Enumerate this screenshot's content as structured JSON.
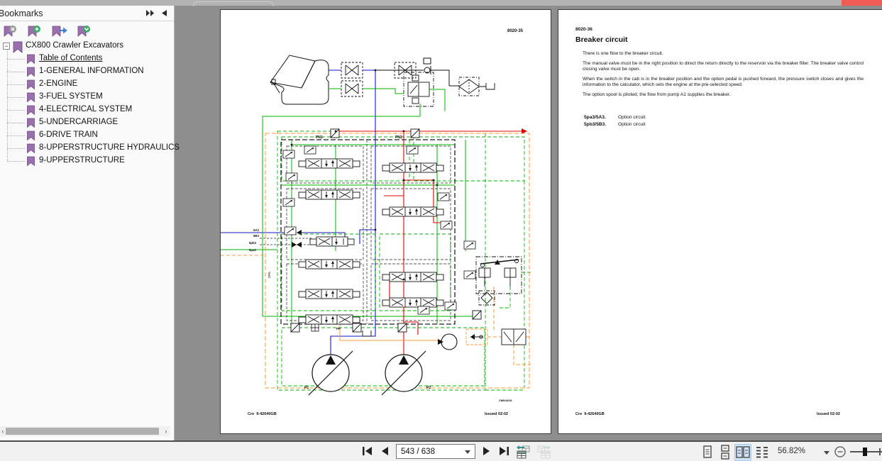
{
  "window": {
    "close_color": "#ee5c54"
  },
  "sidebar": {
    "title": "Bookmarks",
    "root": {
      "label": "CX800 Crawler Excavators"
    },
    "items": [
      {
        "label": "Table of Contents",
        "selected": true
      },
      {
        "label": "1-GENERAL INFORMATION"
      },
      {
        "label": "2-ENGINE"
      },
      {
        "label": "3-FUEL SYSTEM"
      },
      {
        "label": "4-ELECTRICAL SYSTEM"
      },
      {
        "label": "5-UNDERCARRIAGE"
      },
      {
        "label": "6-DRIVE TRAIN"
      },
      {
        "label": "8-UPPERSTRUCTURE HYDRAULICS"
      },
      {
        "label": "9-UPPERSTRUCTURE"
      }
    ]
  },
  "viewer": {
    "left_page": {
      "page_ref": "8020-35",
      "diagram_ref": "CM0/A016",
      "footer_left": "Cre  9-42640GB",
      "footer_right": "Issued 02-02",
      "labels": {
        "pn1": "PN1",
        "pn2": "PN2",
        "l5a3": "5A3",
        "l5b3": "5B3",
        "l5pb3": "5pb3",
        "l5pa3": "5pa3",
        "pp": "PP",
        "p1": "P1",
        "p2": "P2",
        "dr": "DR6"
      }
    },
    "right_page": {
      "page_ref": "8020-36",
      "title": "Breaker circuit",
      "paragraphs": [
        "There is one flow to the breaker circuit.",
        "The manual valve must be in the right position to direct the return directly to the reservoir via the breaker filter. The breaker valve control closing valve must be open.",
        "When the switch in the cab is in the breaker position and the option pedal is pushed forward, the pressure switch closes and gives the information to the calculator, which sets the engine at the pre-selected speed.",
        "The option spool is piloted, the flow from pump A1 supplies the breaker."
      ],
      "legend": [
        {
          "code": "5pa3/5A3.",
          "desc": "Option circuit"
        },
        {
          "code": "5pb3/5B3.",
          "desc": "Option circuit"
        }
      ],
      "footer_left": "Cre  9-42640GB",
      "footer_right": "Issued 02-02"
    }
  },
  "toolbar": {
    "page_display": "543 / 638",
    "zoom_percent": "56.82%"
  },
  "colors": {
    "bookmark_purple": "#9b6fae",
    "schematic_green": "#00b400",
    "schematic_blue": "#1414c8",
    "schematic_red": "#e60000",
    "schematic_orange": "#ff9933",
    "active_layout_bg": "#cfe4f8"
  }
}
